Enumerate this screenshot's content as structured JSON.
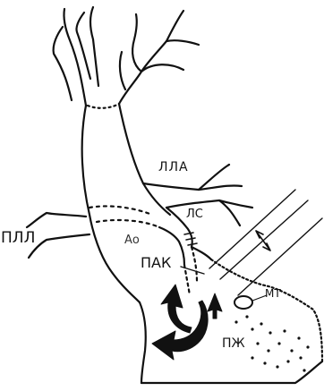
{
  "labels": {
    "pll": "ПЛЛ",
    "lla": "ЛЛА",
    "ls": "ЛС",
    "ao": "Ао",
    "pak": "ПАК",
    "mt": "МТ",
    "pzh": "ПЖ"
  },
  "colors": {
    "line": "#111111",
    "background": "#ffffff"
  }
}
